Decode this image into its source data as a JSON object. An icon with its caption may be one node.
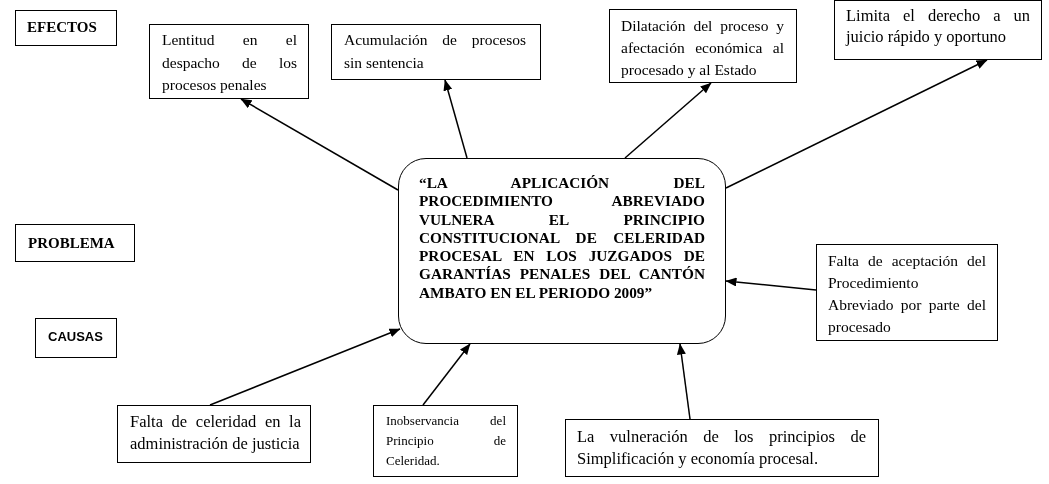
{
  "diagram": {
    "nodes": [
      {
        "text": [
          "EFECTOS"
        ]
      },
      {
        "text": [
          "Lentitud en el despacho de los procesos penales"
        ]
      },
      {
        "text": [
          "Acumulación de procesos sin sentencia"
        ]
      },
      {
        "text": [
          "Dilatación del proceso y afectación económica al procesado y al Estado"
        ]
      },
      {
        "text": [
          "Limita el derecho a un juicio rápido y oportuno"
        ]
      },
      {
        "text": [
          "PROBLEMA"
        ]
      },
      {
        "text": [
          "“LA APLICACIÓN DEL PROCEDIMIENTO ABREVIADO VULNERA EL PRINCIPIO CONSTITUCIONAL DE CELERIDAD PROCESAL EN LOS JUZGADOS DE GARANTÍAS PENALES DEL CANTÓN AMBATO EN EL PERIODO 2009”"
        ]
      },
      {
        "text": [
          "Falta de aceptación del Procedimiento Abreviado por parte del procesado"
        ]
      },
      {
        "text": [
          "CAUSAS"
        ]
      },
      {
        "text": [
          "Falta de celeridad en la administración de justicia"
        ]
      },
      {
        "text": [
          "Inobservancia del Principio de Celeridad."
        ]
      },
      {
        "text": [
          "La vulneración de los principios de Simplificación y economía procesal."
        ]
      }
    ],
    "edges": [
      {
        "from": 6,
        "to": 1,
        "arrow": "to"
      },
      {
        "from": 6,
        "to": 2,
        "arrow": "to"
      },
      {
        "from": 6,
        "to": 3,
        "arrow": "to"
      },
      {
        "from": 6,
        "to": 4,
        "arrow": "to"
      },
      {
        "from": 7,
        "to": 6,
        "arrow": "to"
      },
      {
        "from": 9,
        "to": 6,
        "arrow": "to"
      },
      {
        "from": 10,
        "to": 6,
        "arrow": "to"
      },
      {
        "from": 11,
        "to": 6,
        "arrow": "to"
      }
    ]
  }
}
